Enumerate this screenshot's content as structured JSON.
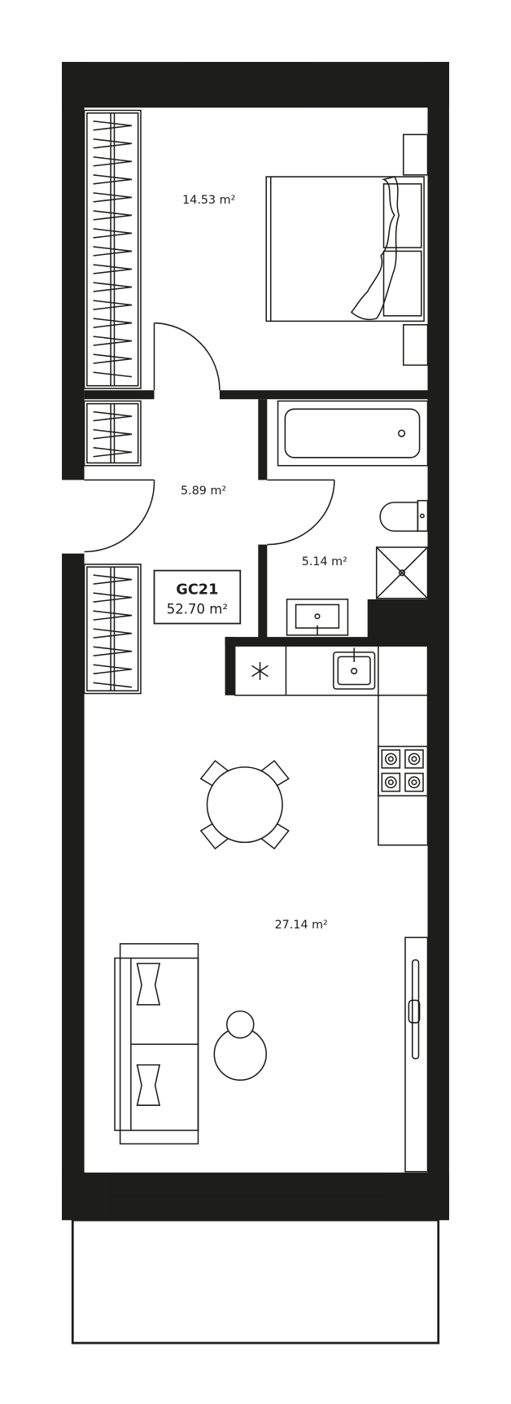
{
  "plan": {
    "unit_code": "GC21",
    "total_area": "52.70 m²",
    "rooms": [
      {
        "name": "bedroom",
        "area": "14.53 m²"
      },
      {
        "name": "hallway",
        "area": "5.89 m²"
      },
      {
        "name": "bathroom",
        "area": "5.14 m²"
      },
      {
        "name": "living-kitchen",
        "area": "27.14 m²"
      }
    ],
    "colors": {
      "wall": "#1d1d1b",
      "background": "#ffffff"
    }
  }
}
